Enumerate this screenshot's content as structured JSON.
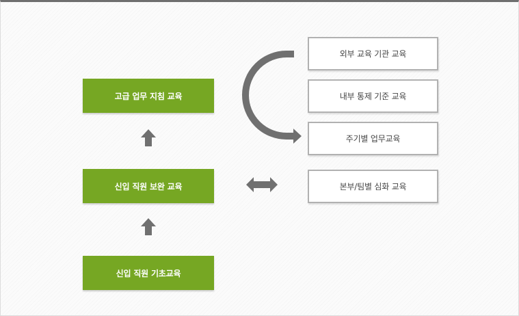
{
  "left_column": {
    "top_label": "고급 업무 지침 교육",
    "middle_label": "신입 직원 보완 교육",
    "bottom_label": "신입 직원 기초교육"
  },
  "right_column": {
    "item1": "외부 교육 기관 교육",
    "item2": "내부 통제 기준 교육",
    "item3": "주기별 업무교육",
    "item4": "본부/팀별 심화 교육"
  },
  "colors": {
    "green": "#76a723",
    "arrow_gray": "#707070",
    "box_border": "#b1b1b1"
  }
}
